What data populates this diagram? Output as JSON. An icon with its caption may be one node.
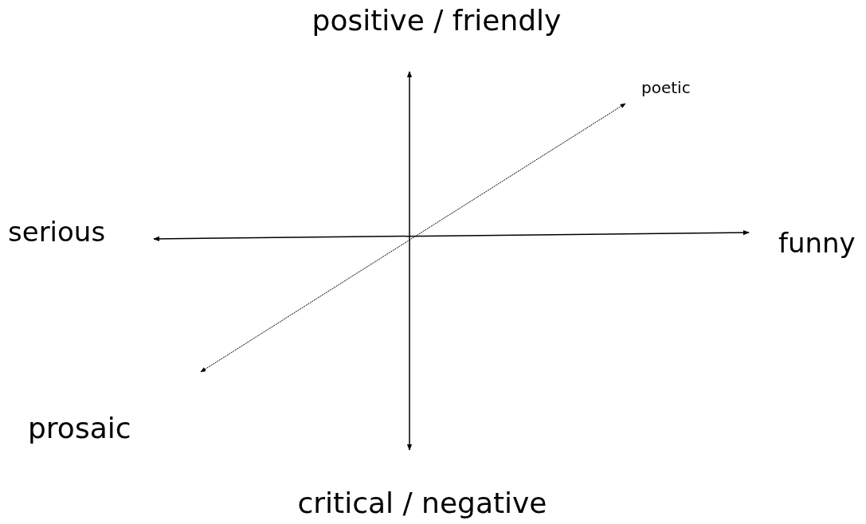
{
  "diagram": {
    "labels": [
      "positive / friendly",
      "poetic",
      "serious",
      "funny",
      "prosaic",
      "critical / negative"
    ]
  }
}
